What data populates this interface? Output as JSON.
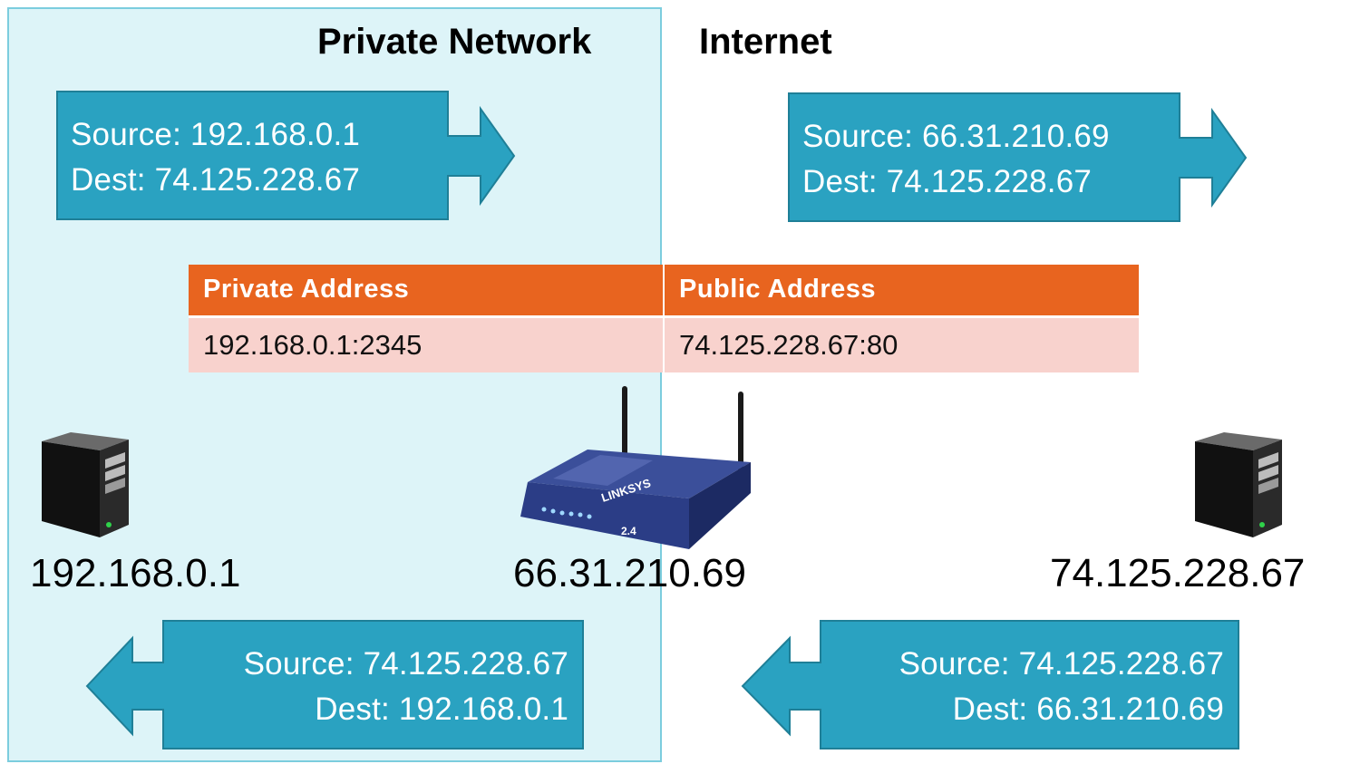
{
  "zones": {
    "private_title": "Private Network",
    "internet_title": "Internet"
  },
  "packets": {
    "outbound_private": {
      "source": "Source: 192.168.0.1",
      "dest": "Dest: 74.125.228.67"
    },
    "outbound_public": {
      "source": "Source: 66.31.210.69",
      "dest": "Dest: 74.125.228.67"
    },
    "inbound_private": {
      "source": "Source: 74.125.228.67",
      "dest": "Dest: 192.168.0.1"
    },
    "inbound_public": {
      "source": "Source: 74.125.228.67",
      "dest": "Dest: 66.31.210.69"
    }
  },
  "nat_table": {
    "headers": [
      "Private Address",
      "Public Address"
    ],
    "rows": [
      [
        "192.168.0.1:2345",
        "74.125.228.67:80"
      ]
    ]
  },
  "hosts": {
    "private_host": "192.168.0.1",
    "router": "66.31.210.69",
    "public_server": "74.125.228.67"
  },
  "router_brand": "LINKSYS",
  "router_band": "2.4",
  "colors": {
    "private_zone_fill": "#ddf4f8",
    "private_zone_border": "#7ccdde",
    "packet_fill": "#2aa2c1",
    "packet_border": "#1f7f97",
    "table_header": "#e8641f",
    "table_row": "#f8d2cd"
  }
}
